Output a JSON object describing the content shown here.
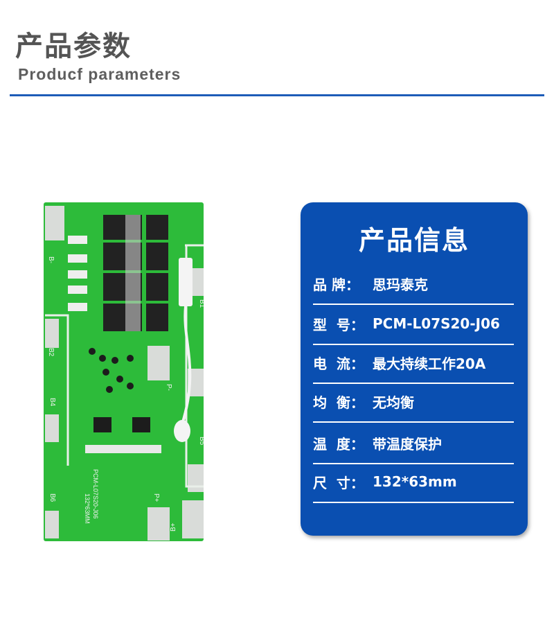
{
  "header": {
    "title": "产品参数",
    "subtitle": "Producf parameters",
    "accent_color": "#1d5cb8"
  },
  "product_image": {
    "silkscreen": [
      "B-",
      "B2",
      "B4",
      "B6",
      "P-",
      "P+",
      "B5",
      "B+",
      "B1",
      "PCM-L07S20-J06",
      "132*63MM"
    ],
    "board_color": "#2dbb3a"
  },
  "info_card": {
    "title": "产品信息",
    "background_color": "#0a4fb1",
    "rows": [
      {
        "label": "品 牌：",
        "value": "思玛泰克"
      },
      {
        "label": "型  号：",
        "value": "PCM-L07S20-J06"
      },
      {
        "label": "电  流：",
        "value": "最大持续工作20A"
      },
      {
        "label": "均  衡：",
        "value": "无均衡"
      },
      {
        "label": "温  度：",
        "value": "带温度保护"
      },
      {
        "label": "尺  寸：",
        "value": "132*63mm"
      }
    ]
  }
}
